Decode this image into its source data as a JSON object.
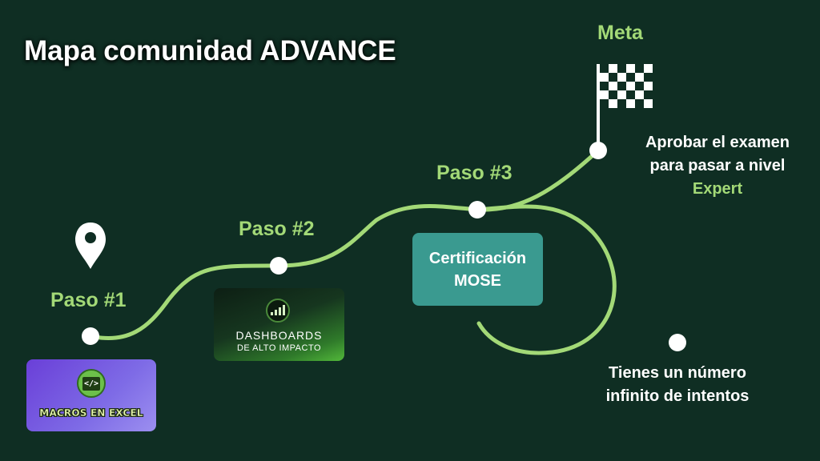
{
  "title": "Mapa comunidad ADVANCE",
  "colors": {
    "background": "#0f2e23",
    "path": "#a3d977",
    "accent_text": "#a3d977",
    "certification_card": "#3a9a90",
    "macros_card": "#7e6be6"
  },
  "steps": [
    {
      "label": "Paso #1"
    },
    {
      "label": "Paso #2"
    },
    {
      "label": "Paso #3"
    }
  ],
  "goal": {
    "label": "Meta",
    "description_lines": [
      "Aprobar el examen",
      "para pasar a nivel"
    ],
    "highlight": "Expert"
  },
  "cards": {
    "macros": {
      "caption": "MACROS EN EXCEL",
      "icon": "code-icon"
    },
    "dashboards": {
      "caption_line1": "DASHBOARDS",
      "caption_line2": "DE ALTO IMPACTO",
      "icon": "chart-icon"
    },
    "certification": {
      "line1": "Certificación",
      "line2": "MOSE"
    }
  },
  "retry": {
    "lines": [
      "Tienes un número",
      "infinito de intentos"
    ]
  },
  "icons": {
    "start": "location-pin-icon",
    "goal": "checkered-flag-icon"
  }
}
